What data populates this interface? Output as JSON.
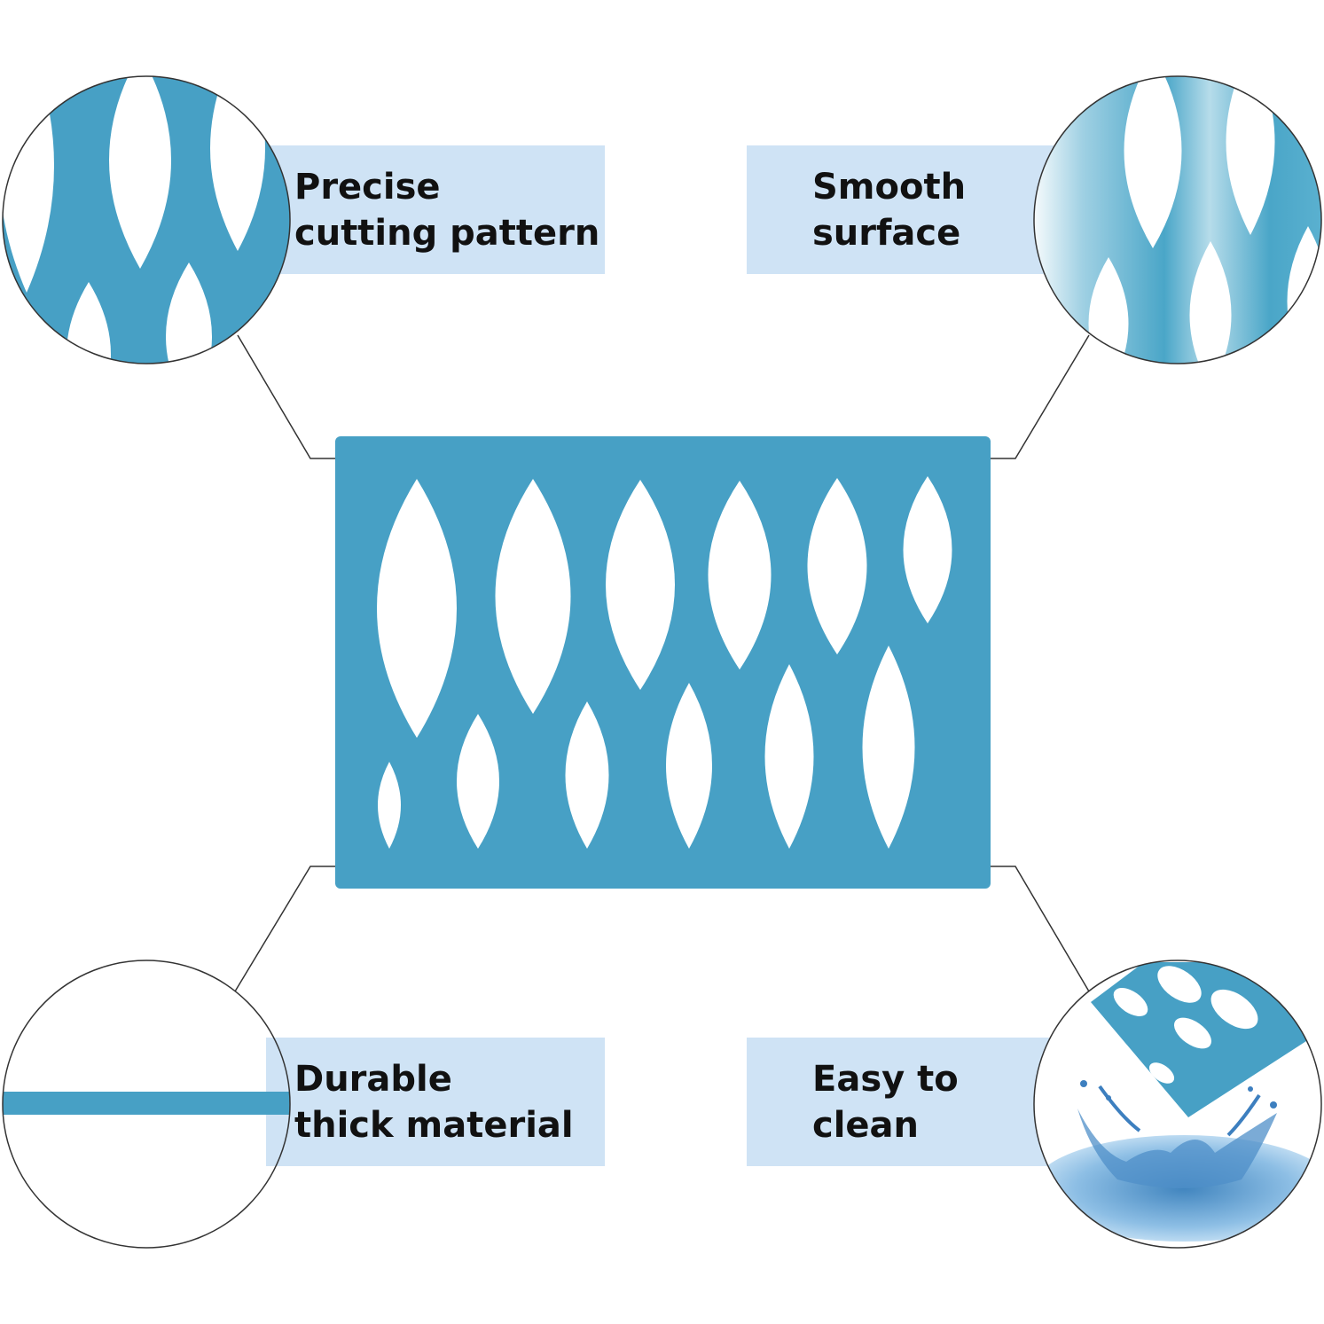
{
  "features": [
    {
      "id": "precise-cutting",
      "lines": [
        "Precise",
        "cutting pattern"
      ]
    },
    {
      "id": "smooth-surface",
      "lines": [
        "Smooth",
        "surface"
      ]
    },
    {
      "id": "durable-material",
      "lines": [
        "Durable",
        "thick material"
      ]
    },
    {
      "id": "easy-to-clean",
      "lines": [
        "Easy to",
        "clean"
      ]
    }
  ],
  "colors": {
    "stencil": "#47a0c5",
    "label_background": "#cfe3f5",
    "text": "#111111",
    "connector": "#333333"
  },
  "icons": [
    "stencil-sheet",
    "cutting-pattern-closeup",
    "smooth-surface-closeup",
    "thickness-closeup",
    "water-splash-closeup"
  ]
}
